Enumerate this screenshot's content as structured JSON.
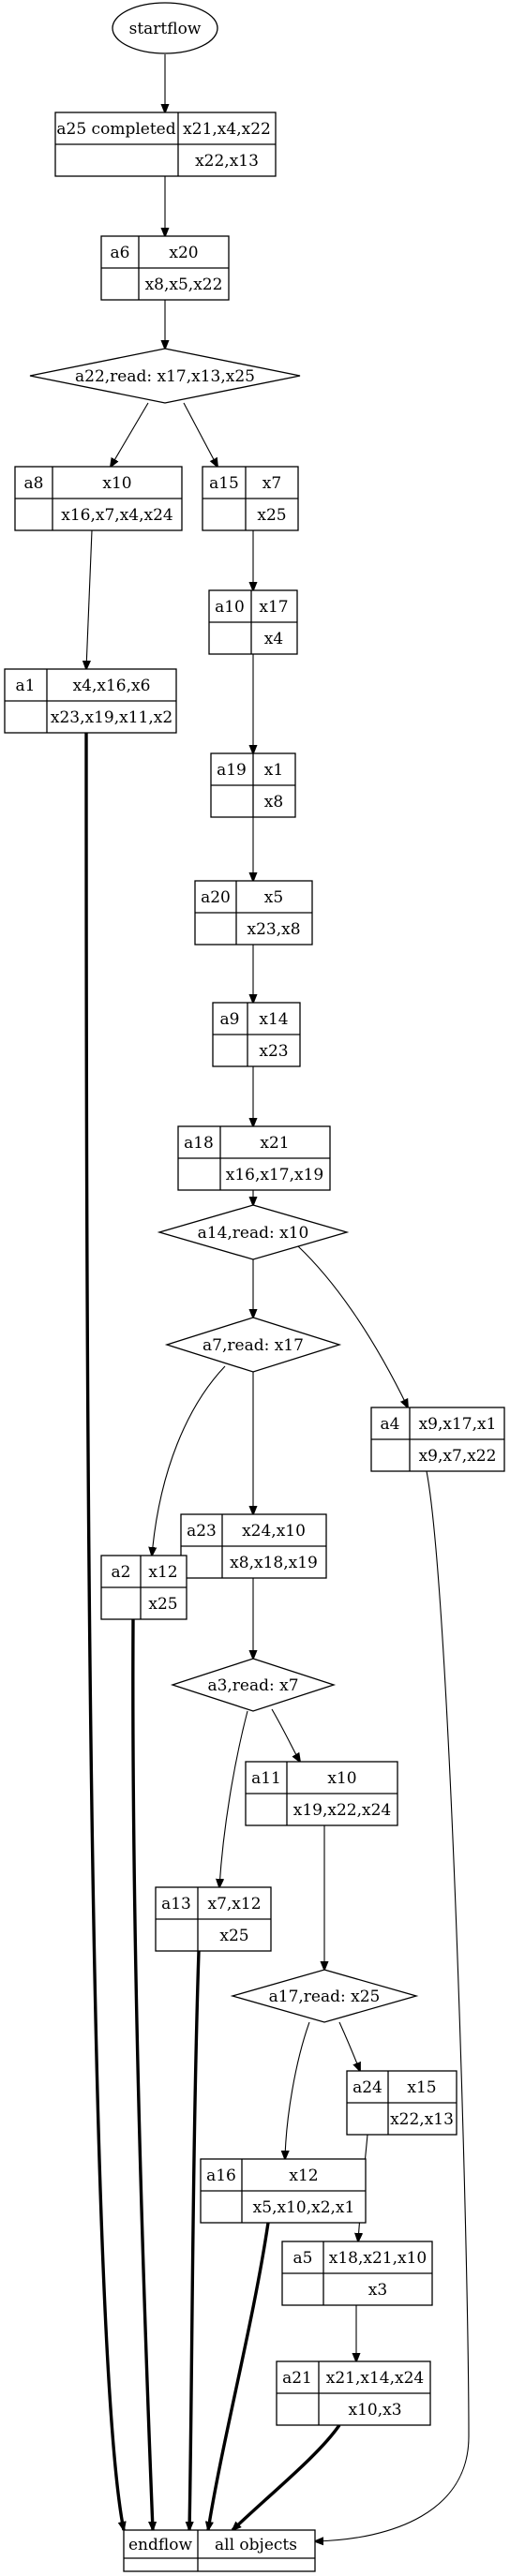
{
  "start": {
    "label": "startflow"
  },
  "end": {
    "label": "endflow",
    "objects": "all objects"
  },
  "boxes": [
    {
      "id": "a25",
      "name": "a25 completed",
      "top": "x21,x4,x22",
      "bottom": "x22,x13"
    },
    {
      "id": "a6",
      "name": "a6",
      "top": "x20",
      "bottom": "x8,x5,x22"
    },
    {
      "id": "a8",
      "name": "a8",
      "top": "x10",
      "bottom": "x16,x7,x4,x24"
    },
    {
      "id": "a15",
      "name": "a15",
      "top": "x7",
      "bottom": "x25"
    },
    {
      "id": "a1",
      "name": "a1",
      "top": "x4,x16,x6",
      "bottom": "x23,x19,x11,x2"
    },
    {
      "id": "a10",
      "name": "a10",
      "top": "x17",
      "bottom": "x4"
    },
    {
      "id": "a19",
      "name": "a19",
      "top": "x1",
      "bottom": "x8"
    },
    {
      "id": "a20",
      "name": "a20",
      "top": "x5",
      "bottom": "x23,x8"
    },
    {
      "id": "a9",
      "name": "a9",
      "top": "x14",
      "bottom": "x23"
    },
    {
      "id": "a18",
      "name": "a18",
      "top": "x21",
      "bottom": "x16,x17,x19"
    },
    {
      "id": "a4",
      "name": "a4",
      "top": "x9,x17,x1",
      "bottom": "x9,x7,x22"
    },
    {
      "id": "a23",
      "name": "a23",
      "top": "x24,x10",
      "bottom": "x8,x18,x19"
    },
    {
      "id": "a2",
      "name": "a2",
      "top": "x12",
      "bottom": "x25"
    },
    {
      "id": "a11",
      "name": "a11",
      "top": "x10",
      "bottom": "x19,x22,x24"
    },
    {
      "id": "a13",
      "name": "a13",
      "top": "x7,x12",
      "bottom": "x25"
    },
    {
      "id": "a24",
      "name": "a24",
      "top": "x15",
      "bottom": "x22,x13"
    },
    {
      "id": "a16",
      "name": "a16",
      "top": "x12",
      "bottom": "x5,x10,x2,x1"
    },
    {
      "id": "a5",
      "name": "a5",
      "top": "x18,x21,x10",
      "bottom": "x3"
    },
    {
      "id": "a21",
      "name": "a21",
      "top": "x21,x14,x24",
      "bottom": "x10,x3"
    }
  ],
  "decisions": [
    {
      "id": "a22",
      "label": "a22,read: x17,x13,x25"
    },
    {
      "id": "a14",
      "label": "a14,read: x10"
    },
    {
      "id": "a7",
      "label": "a7,read: x17"
    },
    {
      "id": "a3",
      "label": "a3,read: x7"
    },
    {
      "id": "a17",
      "label": "a17,read: x25"
    }
  ],
  "edges": [
    {
      "from": "start",
      "to": "a25"
    },
    {
      "from": "a25",
      "to": "a6"
    },
    {
      "from": "a6",
      "to": "a22"
    },
    {
      "from": "a22",
      "to": "a8"
    },
    {
      "from": "a22",
      "to": "a15"
    },
    {
      "from": "a8",
      "to": "a1"
    },
    {
      "from": "a1",
      "to": "end",
      "bold": true
    },
    {
      "from": "a15",
      "to": "a10"
    },
    {
      "from": "a10",
      "to": "a19"
    },
    {
      "from": "a19",
      "to": "a20"
    },
    {
      "from": "a20",
      "to": "a9"
    },
    {
      "from": "a9",
      "to": "a18"
    },
    {
      "from": "a18",
      "to": "a14"
    },
    {
      "from": "a14",
      "to": "a7"
    },
    {
      "from": "a14",
      "to": "a4"
    },
    {
      "from": "a4",
      "to": "end"
    },
    {
      "from": "a7",
      "to": "a2"
    },
    {
      "from": "a7",
      "to": "a23"
    },
    {
      "from": "a2",
      "to": "end",
      "bold": true
    },
    {
      "from": "a23",
      "to": "a3"
    },
    {
      "from": "a3",
      "to": "a13"
    },
    {
      "from": "a3",
      "to": "a11"
    },
    {
      "from": "a13",
      "to": "end",
      "bold": true
    },
    {
      "from": "a11",
      "to": "a17"
    },
    {
      "from": "a17",
      "to": "a16"
    },
    {
      "from": "a17",
      "to": "a24"
    },
    {
      "from": "a24",
      "to": "a5"
    },
    {
      "from": "a16",
      "to": "end",
      "bold": true
    },
    {
      "from": "a5",
      "to": "a21"
    },
    {
      "from": "a21",
      "to": "end",
      "bold": true
    }
  ]
}
